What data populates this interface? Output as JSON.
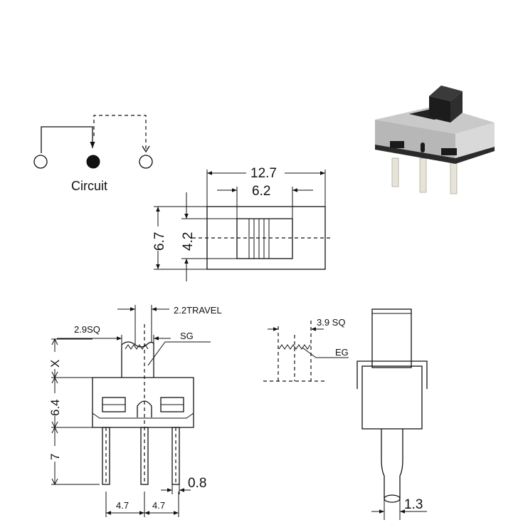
{
  "circuit": {
    "label": "Circuit"
  },
  "top_view": {
    "overall_width": "12.7",
    "slot_width": "6.2",
    "overall_height": "6.7",
    "slot_height": "4.2"
  },
  "front_view": {
    "actuator_size": "2.9SQ",
    "travel": "2.2TRAVEL",
    "actuator_label": "SG",
    "actuator_height": "X",
    "body_height": "6.4",
    "pin_length": "7",
    "pin_width": "0.8",
    "pin_pitch_left": "4.7",
    "pin_pitch_right": "4.7"
  },
  "actuator_detail": {
    "size": "3.9 SQ",
    "label": "EG"
  },
  "side_view": {
    "pin_thickness": "1.3"
  }
}
